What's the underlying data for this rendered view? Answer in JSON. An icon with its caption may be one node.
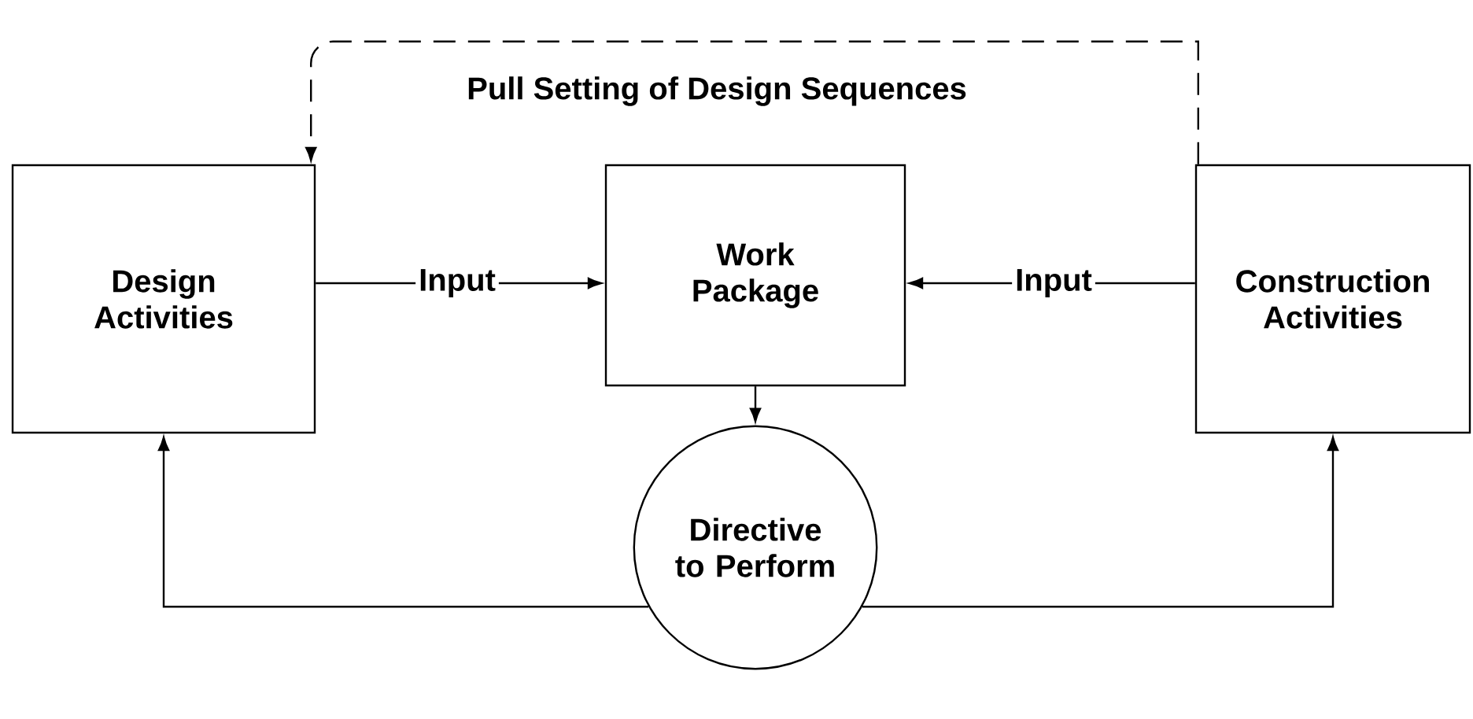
{
  "diagram": {
    "nodes": [
      {
        "text": [
          "Design Activities"
        ]
      },
      {
        "text": [
          "Work Package"
        ]
      },
      {
        "text": [
          "Construction Activities"
        ]
      },
      {
        "text": [
          "Directive to Perform"
        ]
      }
    ],
    "edges": [
      {
        "from": 0,
        "to": 1,
        "arrow": "to",
        "label": "Input"
      },
      {
        "from": 2,
        "to": 1,
        "arrow": "to",
        "label": "Input"
      },
      {
        "from": 1,
        "to": 3,
        "arrow": "to"
      },
      {
        "from": 3,
        "to": 0,
        "arrow": "to"
      },
      {
        "from": 3,
        "to": 2,
        "arrow": "to"
      },
      {
        "from": 2,
        "to": 0,
        "arrow": "to",
        "style": "dashed",
        "label": "Pull Setting of Design Sequences"
      }
    ]
  }
}
